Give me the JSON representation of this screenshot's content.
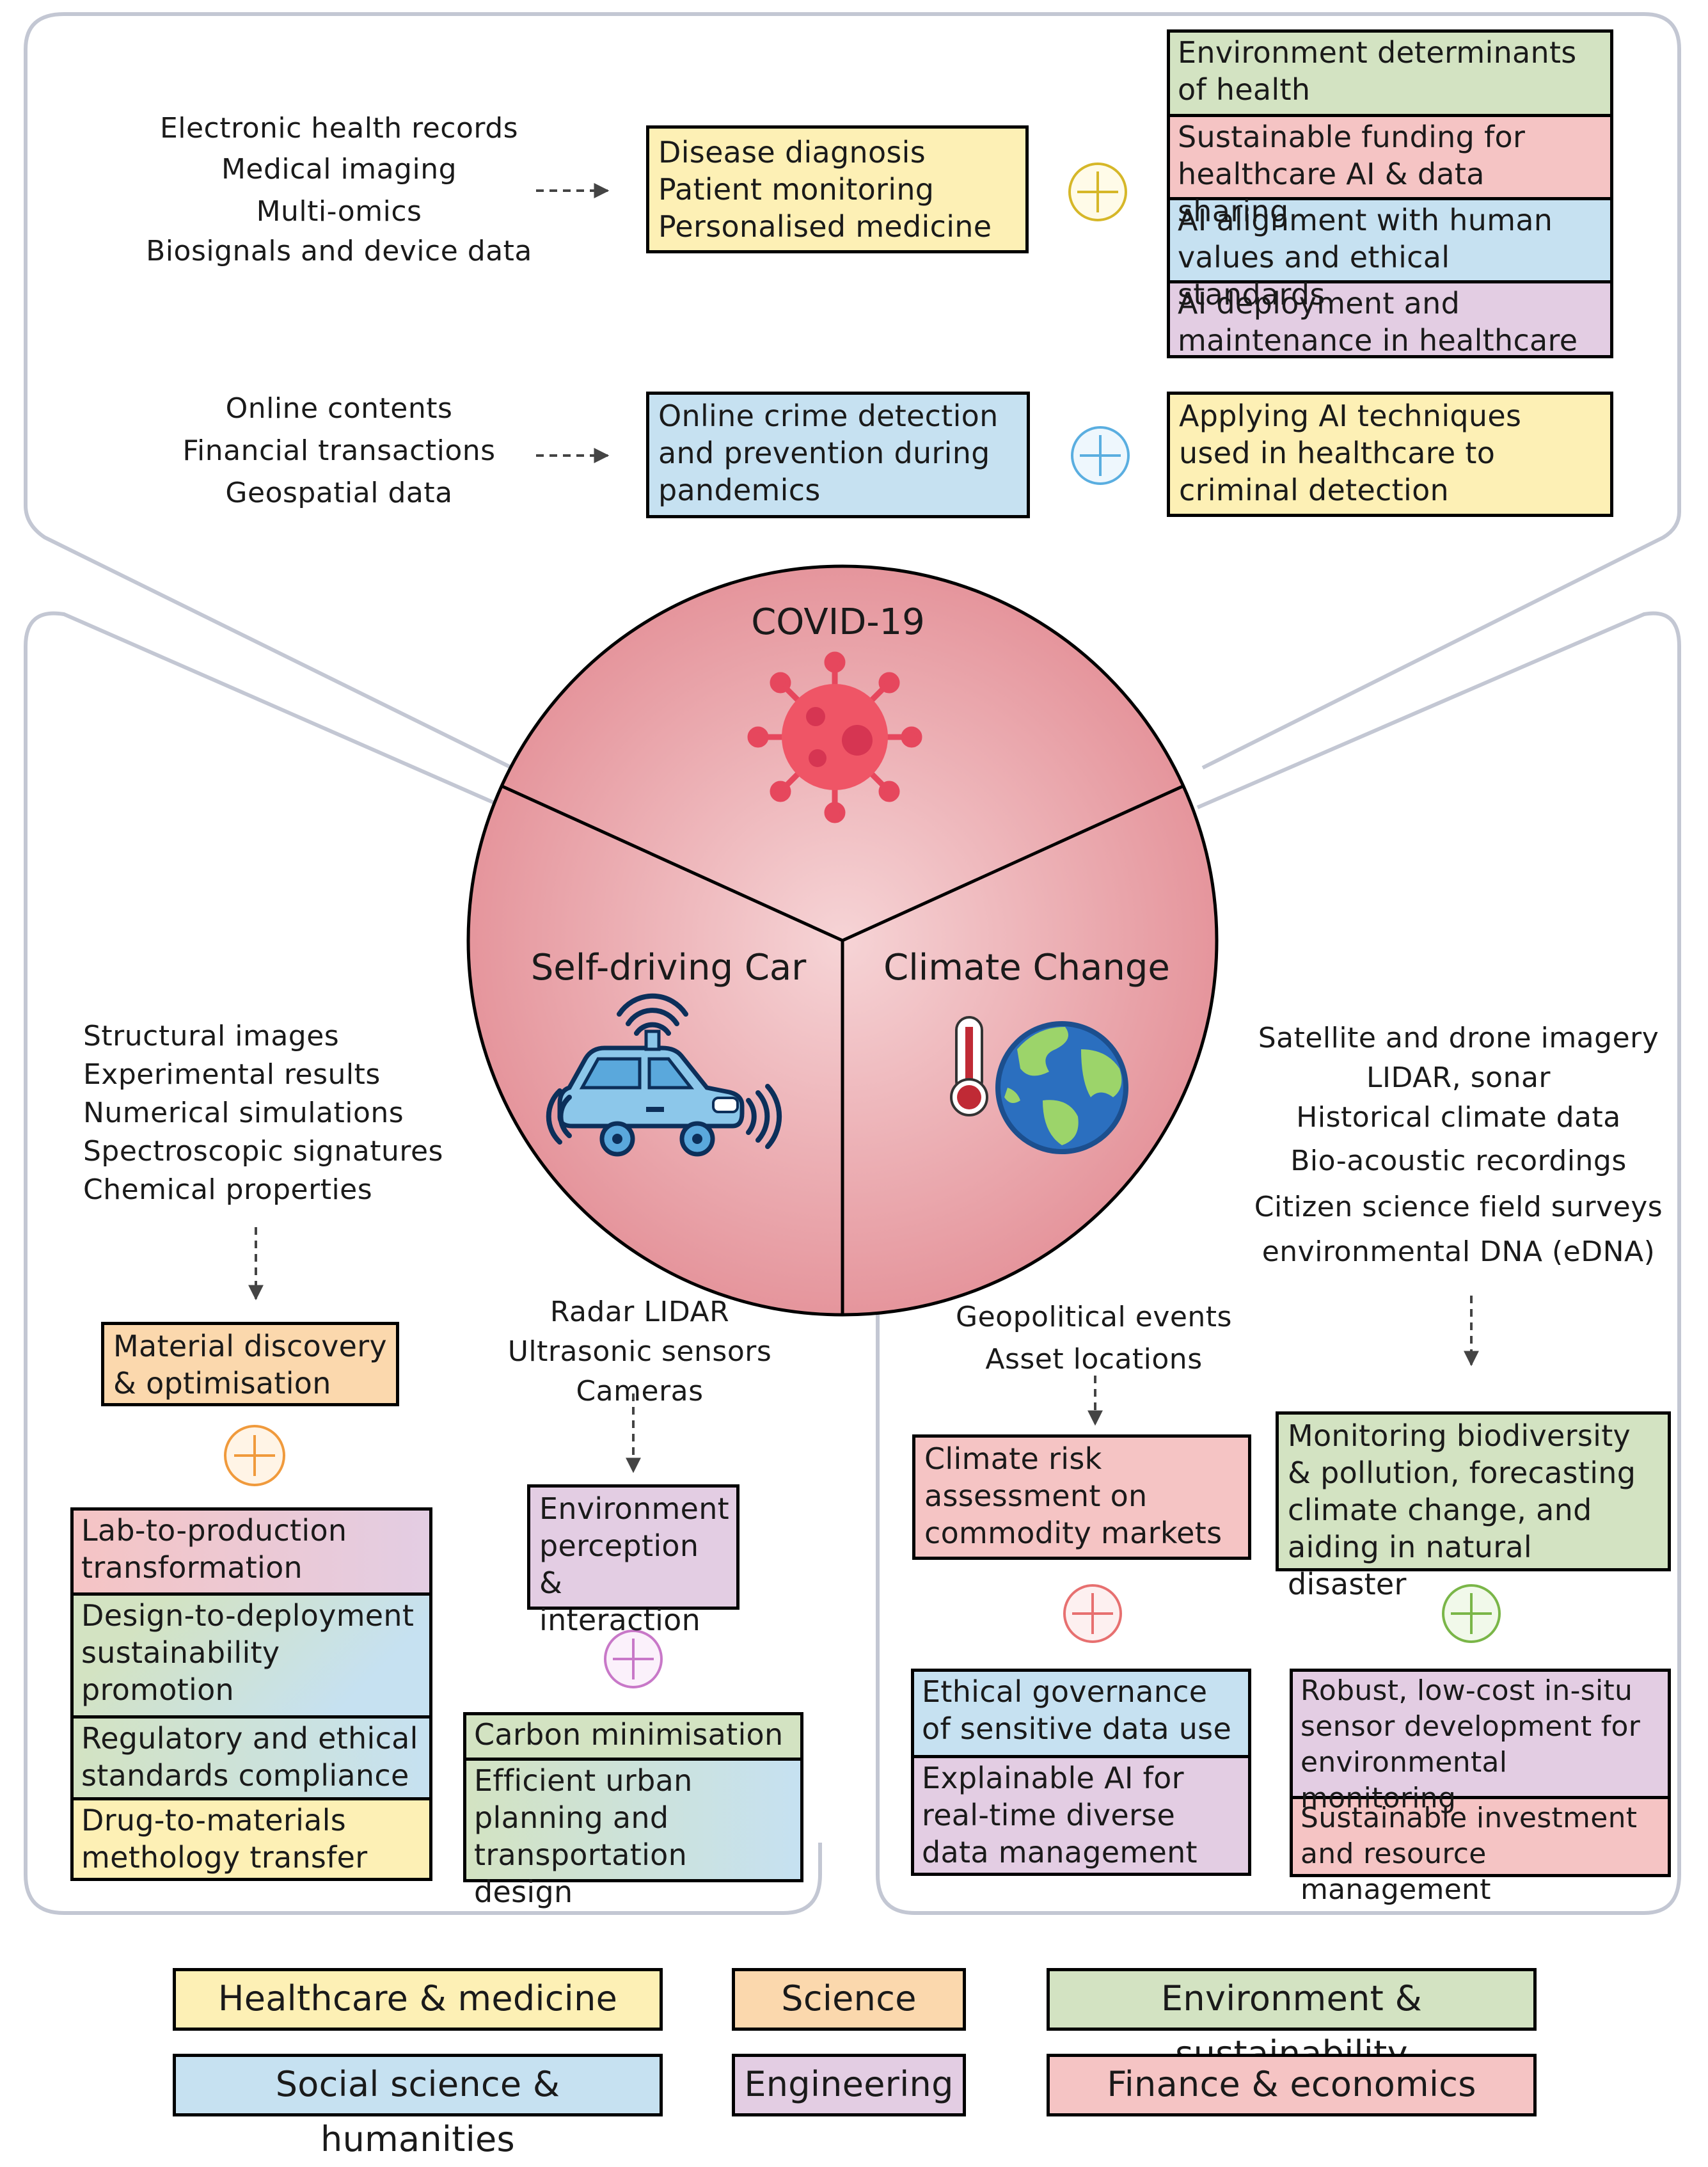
{
  "center": {
    "covid_label": "COVID-19",
    "car_label": "Self-driving Car",
    "climate_label": "Climate Change"
  },
  "covid": {
    "sources_health": [
      "Electronic health records",
      "Medical imaging",
      "Multi-omics",
      "Biosignals and device data"
    ],
    "target_health": [
      "Disease diagnosis",
      "Patient monitoring",
      "Personalised medicine"
    ],
    "challenges_health": [
      "Environment determinants of health",
      "Sustainable funding for healthcare AI & data sharing",
      "AI alignment with human values and ethical standards",
      "AI deployment and maintenance in healthcare"
    ],
    "sources_crime": [
      "Online contents",
      "Financial transactions",
      "Geospatial data"
    ],
    "target_crime": "Online crime detection and prevention during pandemics",
    "challenges_crime": "Applying AI techniques used in healthcare to criminal detection"
  },
  "science": {
    "sources": [
      "Structural images",
      "Experimental results",
      "Numerical simulations",
      "Spectroscopic signatures",
      "Chemical properties"
    ],
    "target": "Material discovery & optimisation",
    "challenges": [
      "Lab-to-production transformation",
      "Design-to-deployment sustainability promotion",
      "Regulatory and ethical standards compliance",
      "Drug-to-materials methology transfer"
    ]
  },
  "car": {
    "sources": [
      "Radar  LIDAR",
      "Ultrasonic sensors",
      "Cameras"
    ],
    "target": "Environment perception & interaction",
    "challenges": [
      "Carbon minimisation",
      "Efficient urban planning and transportation design"
    ]
  },
  "finance": {
    "sources": [
      "Geopolitical events",
      "Asset locations"
    ],
    "target": "Climate risk assessment on commodity markets",
    "challenges": [
      "Ethical governance of sensitive data use",
      "Explainable AI for real-time diverse data management"
    ]
  },
  "climate": {
    "sources": [
      "Satellite and drone imagery",
      "LIDAR, sonar",
      "Historical climate data",
      "Bio-acoustic recordings",
      "Citizen science field surveys",
      "environmental DNA (eDNA)"
    ],
    "target": "Monitoring biodiversity & pollution, forecasting climate change, and aiding in natural disaster",
    "challenges": [
      "Robust, low-cost in-situ sensor development for environmental monitoring",
      "Sustainable investment and resource management"
    ]
  },
  "legend": {
    "healthcare": "Healthcare & medicine",
    "science": "Science",
    "environment": "Environment & sustainability",
    "social": "Social science & humanities",
    "engineering": "Engineering",
    "finance": "Finance & economics"
  },
  "colors": {
    "healthcare": "#fdf0b5",
    "science": "#fbd8ad",
    "environment": "#d3e3c2",
    "social": "#c6e1f1",
    "engineering": "#e3cde3",
    "finance": "#f5c4c4",
    "circle": "#e8989f"
  }
}
